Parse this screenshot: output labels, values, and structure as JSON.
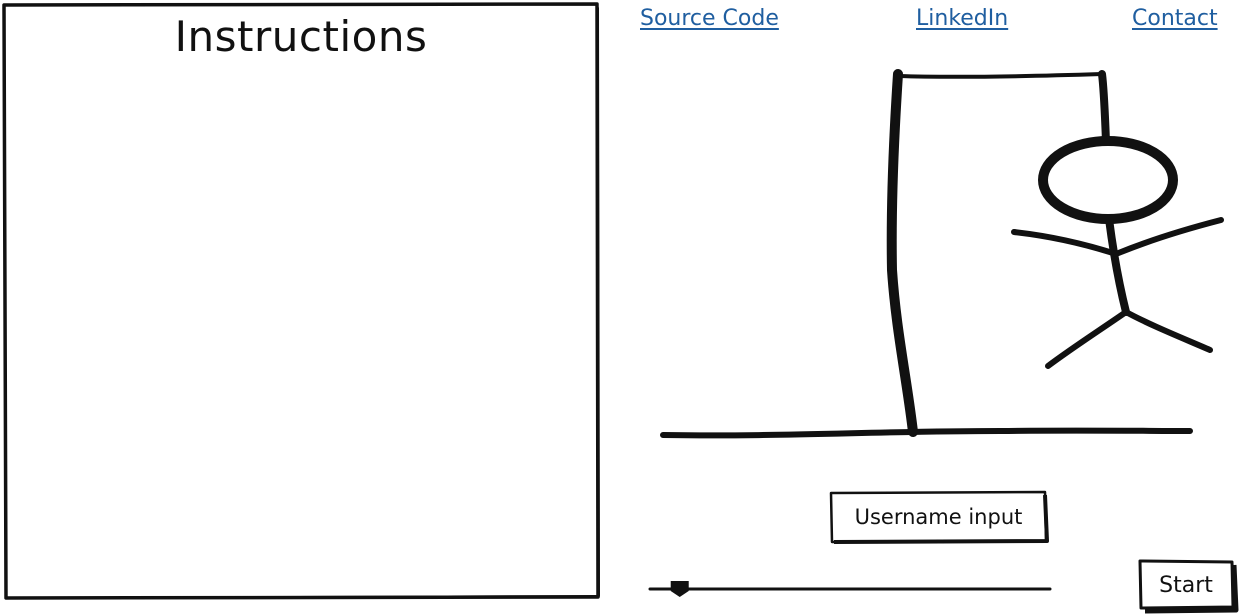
{
  "instructions": {
    "title": "Instructions"
  },
  "nav": {
    "source_code": "Source Code",
    "linkedin": "LinkedIn",
    "contact": "Contact"
  },
  "username": {
    "placeholder": "Username input",
    "value": ""
  },
  "start_button": {
    "label": "Start"
  },
  "slider": {
    "value_fraction": 0.07
  },
  "hangman": {
    "parts_drawn": [
      "gallows",
      "head",
      "body",
      "left-arm",
      "right-arm",
      "left-leg",
      "right-leg"
    ]
  },
  "colors": {
    "ink": "#111111",
    "link": "#1f5ea0",
    "background": "#ffffff"
  }
}
